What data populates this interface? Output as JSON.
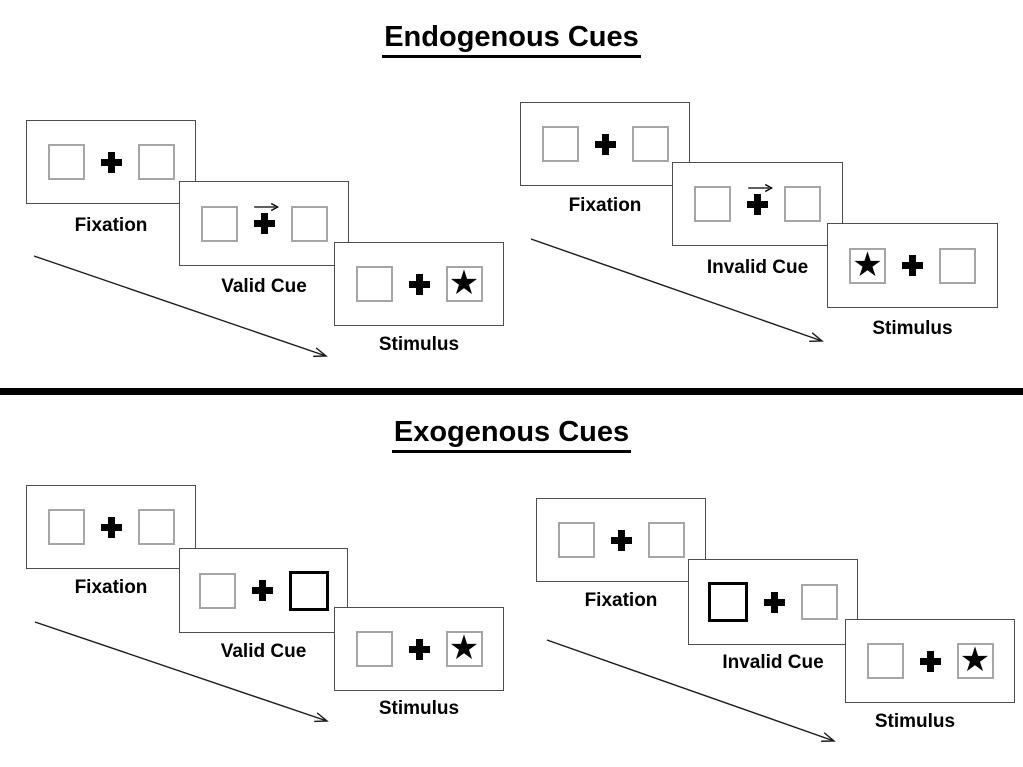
{
  "sections": [
    {
      "title": "Endogenous Cues",
      "sequences": [
        {
          "type": "valid",
          "panels": [
            {
              "label": "Fixation"
            },
            {
              "label": "Valid Cue"
            },
            {
              "label": "Stimulus"
            }
          ]
        },
        {
          "type": "invalid",
          "panels": [
            {
              "label": "Fixation"
            },
            {
              "label": "Invalid Cue"
            },
            {
              "label": "Stimulus"
            }
          ]
        }
      ]
    },
    {
      "title": "Exogenous Cues",
      "sequences": [
        {
          "type": "valid",
          "panels": [
            {
              "label": "Fixation"
            },
            {
              "label": "Valid Cue"
            },
            {
              "label": "Stimulus"
            }
          ]
        },
        {
          "type": "invalid",
          "panels": [
            {
              "label": "Fixation"
            },
            {
              "label": "Invalid Cue"
            },
            {
              "label": "Stimulus"
            }
          ]
        }
      ]
    }
  ],
  "glyphs": {
    "star": "★"
  },
  "colors": {
    "ink": "#000000",
    "panel_border": "#4d4d4d",
    "box_border": "#a6a6a6"
  }
}
